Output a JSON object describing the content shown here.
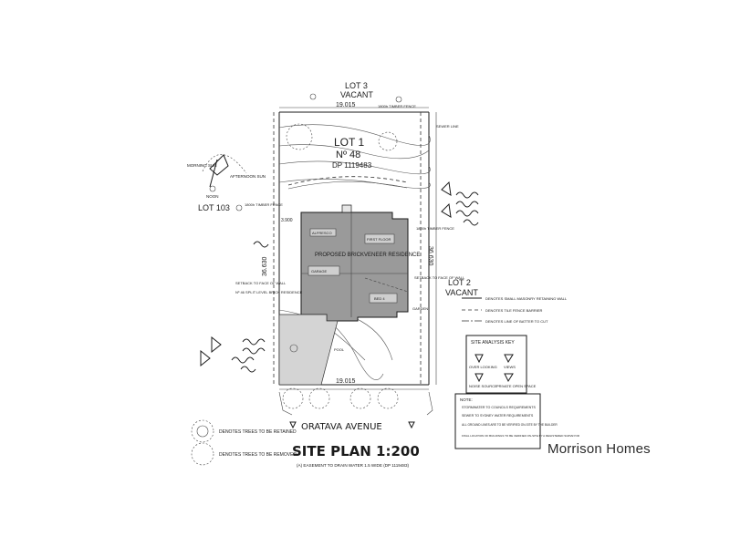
{
  "lots": {
    "lot3": "LOT 3",
    "lot3_sub": "VACANT",
    "lot1": "LOT 1",
    "lot1_no": "Nº 48",
    "lot1_dp": "DP 1119483",
    "lot103": "LOT 103",
    "lot2": "LOT 2",
    "lot2_sub": "VACANT"
  },
  "dimensions": {
    "top_width": "19.015",
    "bottom_width": "19.015",
    "left_depth": "36.630",
    "right_depth": "36.630",
    "setback_top": "3.900"
  },
  "compass": {
    "morning": "MORNING SUN",
    "afternoon": "AFTERNOON SUN",
    "noon": "NOON"
  },
  "building": {
    "title": "PROPOSED BRICKVENEER RESIDENCE",
    "rooms": [
      "ALFRESCO",
      "FIRST FLOOR",
      "GARAGE",
      "BED 4",
      "POOL"
    ]
  },
  "notes_left": {
    "fence_top": "1800h TIMBER FENCE",
    "fence_left": "1800h TIMBER FENCE",
    "setback_left": "SETBACK TO FACE OF WALL",
    "residence_left": "Nº 46 SPLIT LEVEL BRICK RESIDENCE"
  },
  "notes_right": {
    "fence_right": "1800h TIMBER FENCE",
    "setback_right": "SETBACK TO FACE OF WALL",
    "sewer": "SEWER LINE",
    "garden": "GARDEN"
  },
  "legend": {
    "items": [
      "DENOTES SMALL MASONRY RETAINING WALL",
      "DENOTES TILE FENCE BARRIER",
      "DENOTES LINE OF BATTER TO CUT"
    ]
  },
  "site_analysis": {
    "title": "SITE ANALYSIS KEY",
    "items": [
      "OVER LOOKING",
      "VIEWS",
      "NOISE SOURCE",
      "PRIVATE OPEN SPACE"
    ]
  },
  "notes_box": {
    "title": "NOTE:",
    "items": [
      "STORMWATER TO COUNCILS REQUIREMENTS",
      "SEWER TO SYDNEY WATER REQUIREMENTS",
      "ALL GROUND LINES ARE TO BE VERIFIED ON-SITE BY THE BUILDER",
      "FINAL LOCATION OF BUILDINGS TO BE VERIFIED ON-SITE BY A REGISTERED SURVEYOR"
    ]
  },
  "trees": {
    "retained": "DENOTES TREES TO BE RETAINED",
    "removed": "DENOTES TREES TO BE REMOVED"
  },
  "street": "ORATAVA AVENUE",
  "title": "SITE PLAN 1:200",
  "subtitle": "(A) EASEMENT TO DRAIN WATER 1.5 WIDE (DP 1119483)",
  "brand": "Morrison Homes"
}
